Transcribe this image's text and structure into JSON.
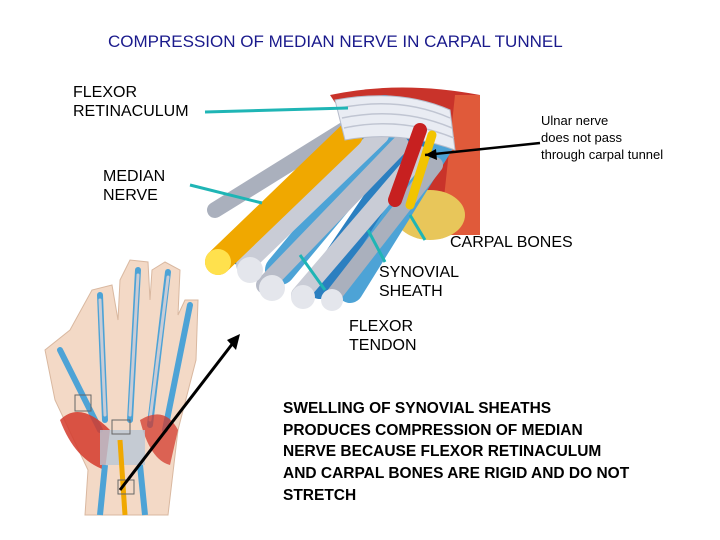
{
  "title": "COMPRESSION OF MEDIAN NERVE IN CARPAL TUNNEL",
  "labels": {
    "flexor_retinaculum": "FLEXOR\nRETINACULUM",
    "ulnar_nerve": "Ulnar nerve\ndoes not pass\nthrough carpal tunnel",
    "median_nerve": "MEDIAN\nNERVE",
    "carpal_bones": "CARPAL BONES",
    "synovial_sheath": "SYNOVIAL\nSHEATH",
    "flexor_tendon": "FLEXOR\nTENDON"
  },
  "caption": "SWELLING OF SYNOVIAL SHEATHS\nPRODUCES COMPRESSION OF MEDIAN\nNERVE BECAUSE FLEXOR RETINACULUM\nAND CARPAL BONES ARE RIGID AND DO NOT\nSTRETCH",
  "colors": {
    "title": "#1a1a8c",
    "median_nerve": "#f5b800",
    "tendon": "#c9ccd6",
    "sheath": "#4da3d6",
    "muscle": "#d33a2c",
    "pointer": "#1fb5b5",
    "bone": "#e8c65a"
  }
}
